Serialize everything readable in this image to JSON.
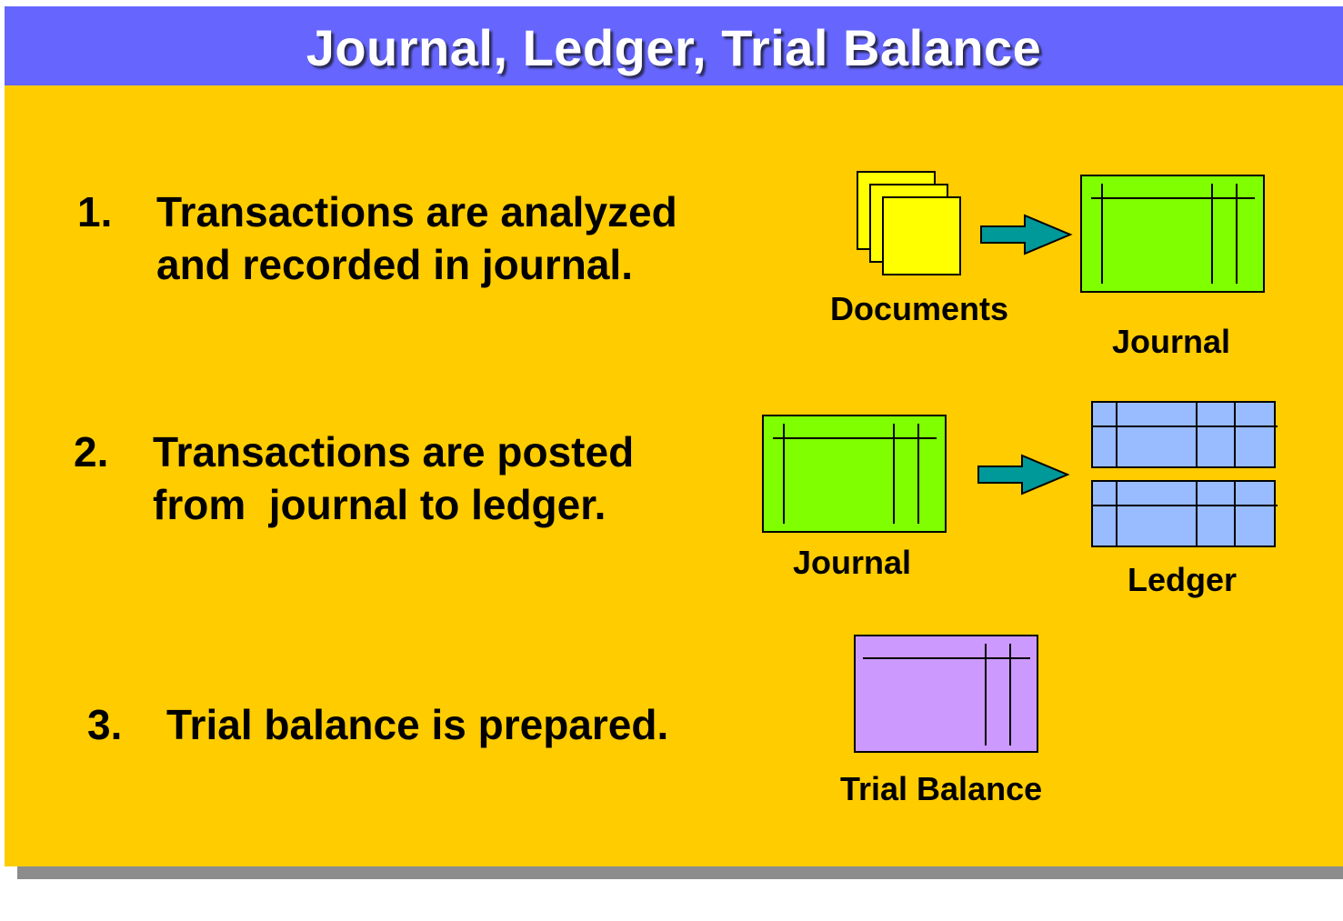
{
  "title": "Journal, Ledger, Trial Balance",
  "steps": [
    {
      "number": "1.",
      "lines": [
        "Transactions are analyzed",
        "and recorded in journal."
      ]
    },
    {
      "number": "2.",
      "lines": [
        "Transactions are posted",
        "from  journal to ledger."
      ]
    },
    {
      "number": "3.",
      "lines": [
        "Trial balance is prepared."
      ]
    }
  ],
  "diagram": {
    "documents_label": "Documents",
    "journal_label_1": "Journal",
    "journal_label_2": "Journal",
    "ledger_label": "Ledger",
    "trial_balance_label": "Trial Balance"
  },
  "icons": {
    "documents": "documents-stack-icon",
    "journal": "journal-table-icon",
    "ledger": "ledger-table-icon",
    "trial_balance": "trial-balance-table-icon",
    "arrow": "right-arrow-icon"
  },
  "colors": {
    "background": "#ffcc00",
    "title_bar": "#6666ff",
    "title_text": "#ffffff",
    "documents_fill": "#ffff00",
    "journal_fill": "#80ff00",
    "ledger_fill": "#99bbff",
    "trial_balance_fill": "#cc99ff",
    "arrow_fill": "#009999"
  }
}
